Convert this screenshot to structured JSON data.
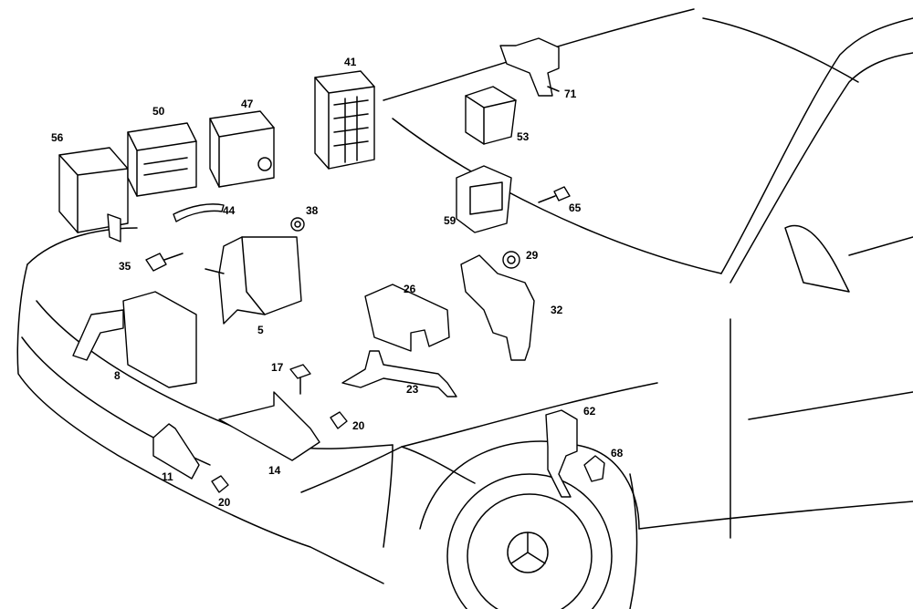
{
  "diagram": {
    "callouts": [
      "56",
      "50",
      "47",
      "41",
      "71",
      "53",
      "65",
      "59",
      "38",
      "44",
      "35",
      "29",
      "32",
      "26",
      "5",
      "8",
      "17",
      "23",
      "20",
      "14",
      "11",
      "20",
      "62",
      "68"
    ],
    "line_color": "#000000",
    "background": "#ffffff"
  }
}
